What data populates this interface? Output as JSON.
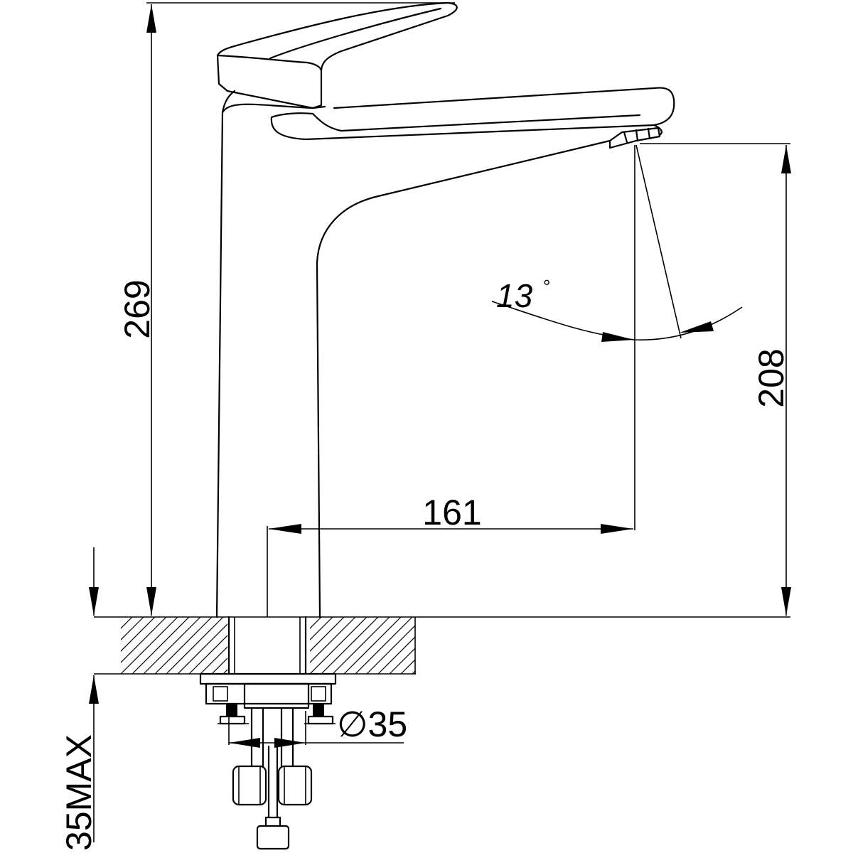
{
  "dimensions": {
    "total_height": "269",
    "spout_height": "208",
    "spout_reach": "161",
    "spray_angle": "13",
    "spray_angle_unit": "°",
    "hole_diameter": "∅35",
    "max_deck_thickness": "35MAX"
  }
}
